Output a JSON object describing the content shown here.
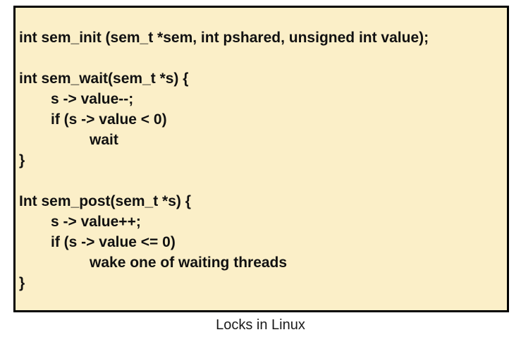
{
  "figure": {
    "caption": "Locks in Linux"
  },
  "code_box": {
    "lines": [
      {
        "indent": 0,
        "text": "int sem_init (sem_t *sem, int pshared, unsigned int value);"
      },
      {
        "indent": 0,
        "text": ""
      },
      {
        "indent": 0,
        "text": "int sem_wait(sem_t *s) {"
      },
      {
        "indent": 1,
        "text": "s -> value--;"
      },
      {
        "indent": 1,
        "text": "if (s -> value < 0)"
      },
      {
        "indent": 2,
        "text": "wait"
      },
      {
        "indent": 0,
        "text": "}"
      },
      {
        "indent": 0,
        "text": ""
      },
      {
        "indent": 0,
        "text": "Int sem_post(sem_t *s) {"
      },
      {
        "indent": 1,
        "text": "s -> value++;"
      },
      {
        "indent": 1,
        "text": "if (s -> value <= 0)"
      },
      {
        "indent": 2,
        "text": "wake one of waiting threads"
      },
      {
        "indent": 0,
        "text": "}"
      }
    ]
  },
  "colors": {
    "box_background": "#FBEFC8",
    "box_border": "#000000",
    "code_text": "#111111",
    "caption_text": "#1A1A1A",
    "page_background": "#FFFFFF"
  }
}
